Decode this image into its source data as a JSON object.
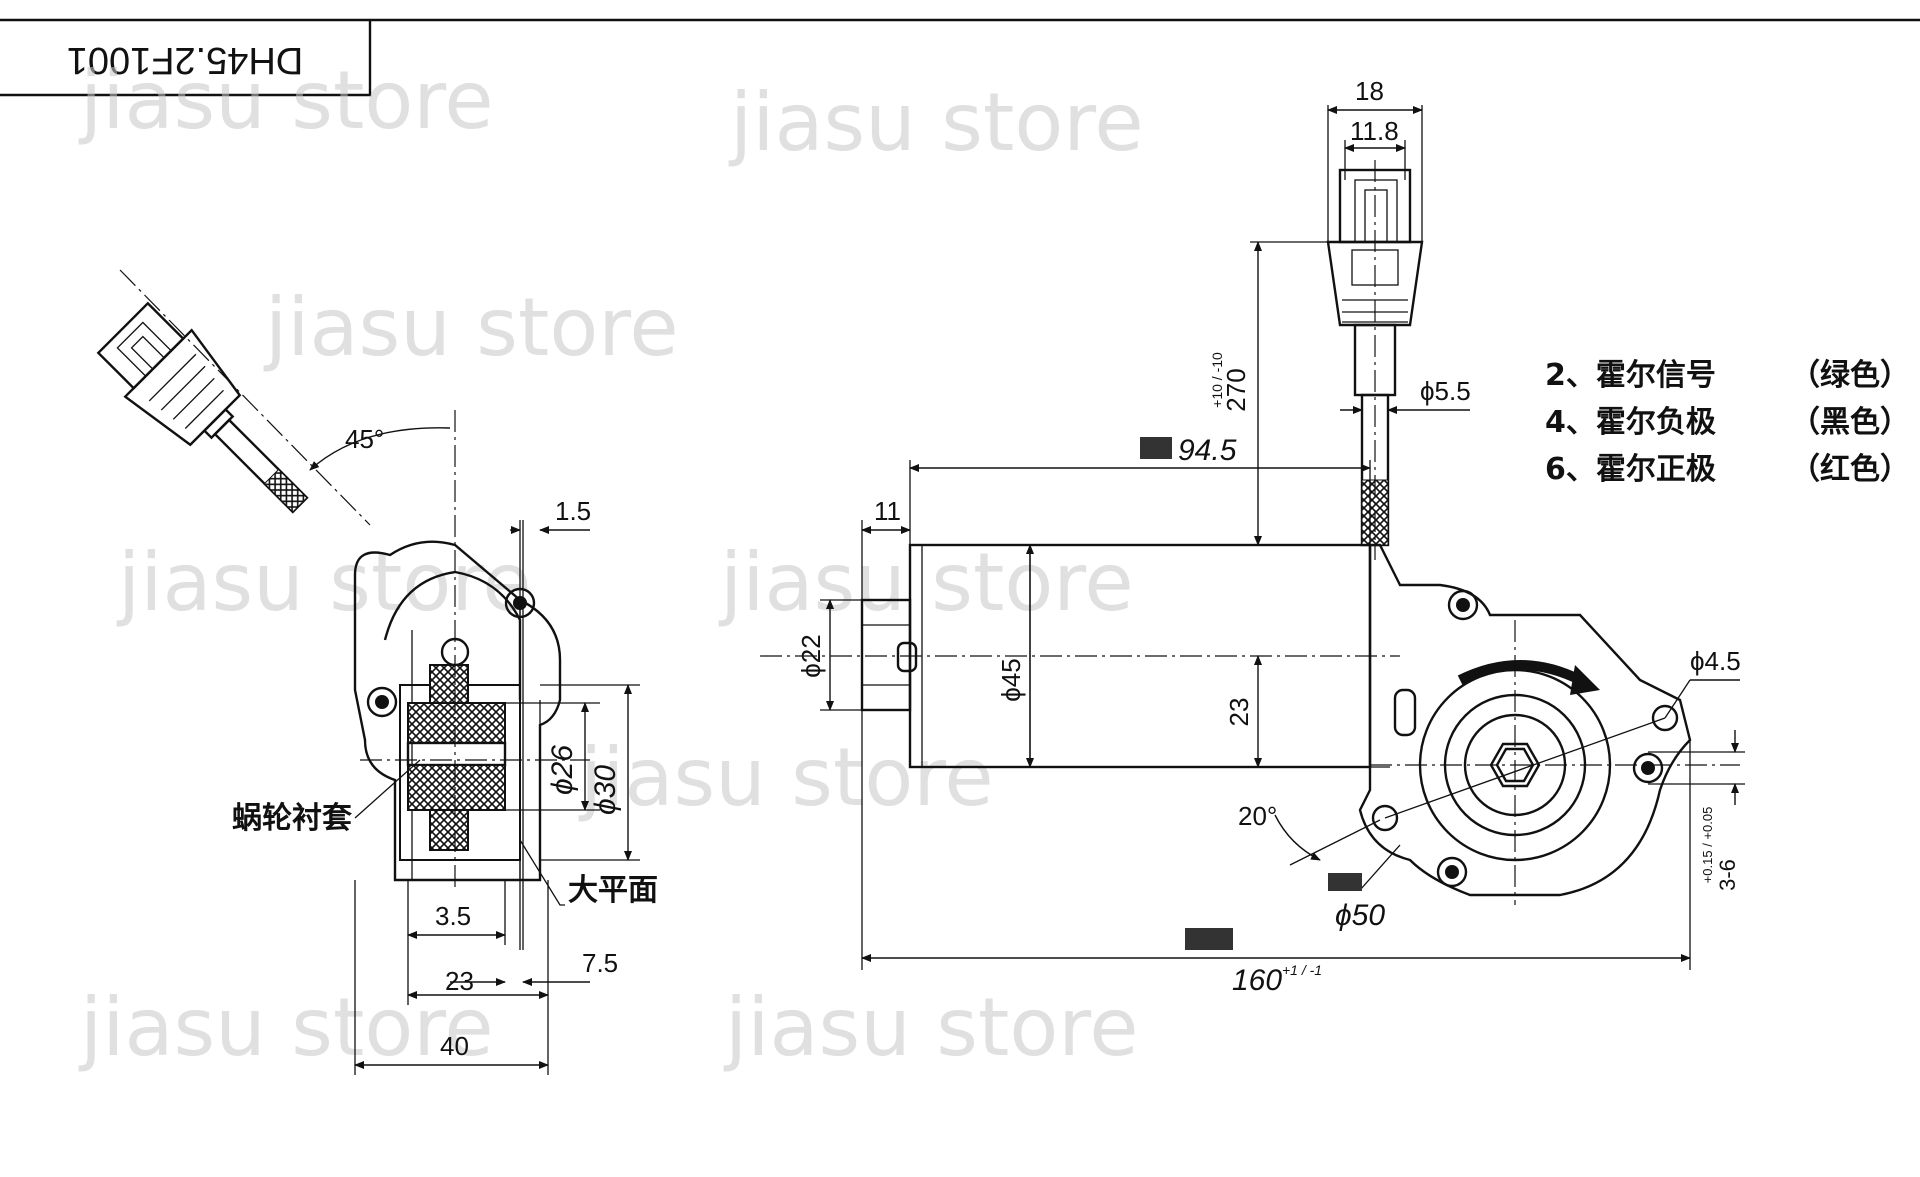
{
  "title_block": {
    "code": "DH45.2F1001"
  },
  "watermarks": [
    "jiasu store",
    "jiasu store",
    "jiasu store",
    "jiasu store",
    "jiasu store",
    "jiasu store",
    "jiasu store",
    "jiasu store"
  ],
  "side_view": {
    "angle": "45°",
    "dim_1_5": "1.5",
    "dim_26": "ϕ26",
    "dim_30": "ϕ30",
    "dim_3_5": "3.5",
    "dim_7_5": "7.5",
    "dim_23": "23",
    "dim_40": "40",
    "label_bushing": "蜗轮衬套",
    "label_flat": "大平面"
  },
  "front_view": {
    "dim_18": "18",
    "dim_11_8": "11.8",
    "dim_270": "270",
    "dim_270_tol": "+10 / -10",
    "dim_5_5": "ϕ5.5",
    "dim_94_5": "94.5",
    "dim_11": "11",
    "dim_22": "ϕ22",
    "dim_45": "ϕ45",
    "dim_23": "23",
    "dim_4_5": "ϕ4.5",
    "angle_20": "20°",
    "dim_50": "ϕ50",
    "dim_3_6": "3-6",
    "dim_3_6_tol": "+0.15 / +0.05",
    "dim_160": "160",
    "dim_160_tol": "+1 / -1"
  },
  "legend": [
    {
      "pin": "2、霍尔信号",
      "color": "（绿色）"
    },
    {
      "pin": "4、霍尔负极",
      "color": "（黑色）"
    },
    {
      "pin": "6、霍尔正极",
      "color": "（红色）"
    }
  ]
}
